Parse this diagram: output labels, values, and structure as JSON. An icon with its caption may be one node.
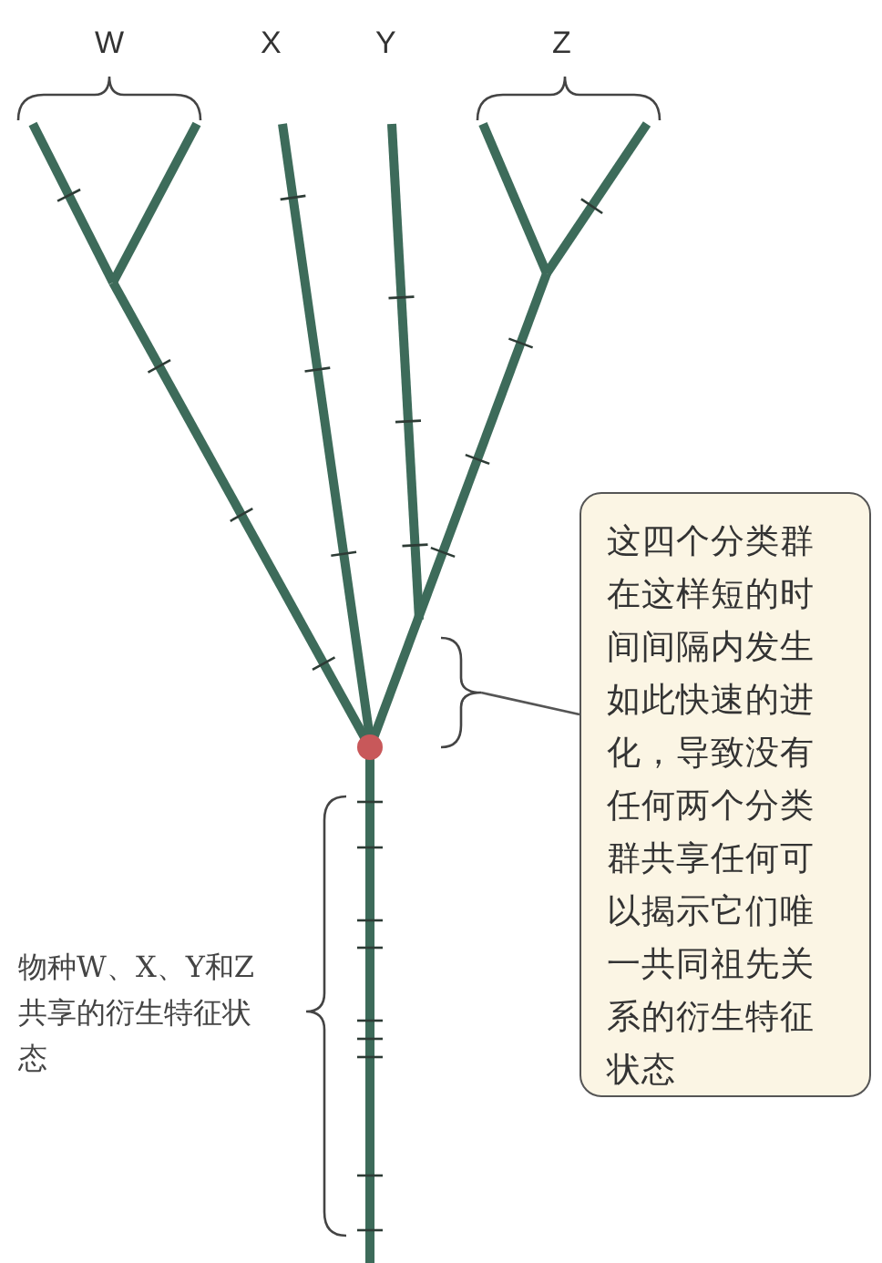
{
  "diagram": {
    "nodes": [
      {
        "text": [
          "这四个分类群在这样短的时间间隔内发生如此快速的进化，导致没有任何两个分类群共享任何可以揭示它们唯一共同祖先关系的衍生特征状态"
        ]
      },
      {
        "text": [],
        "shape": "bracket"
      }
    ],
    "edges": [
      {
        "from": 0,
        "to": 1,
        "arrow": "none"
      }
    ],
    "labels": [
      "W",
      "X",
      "Y",
      "Z",
      "物种W、X、Y和Z共享的衍生特征状态"
    ]
  }
}
